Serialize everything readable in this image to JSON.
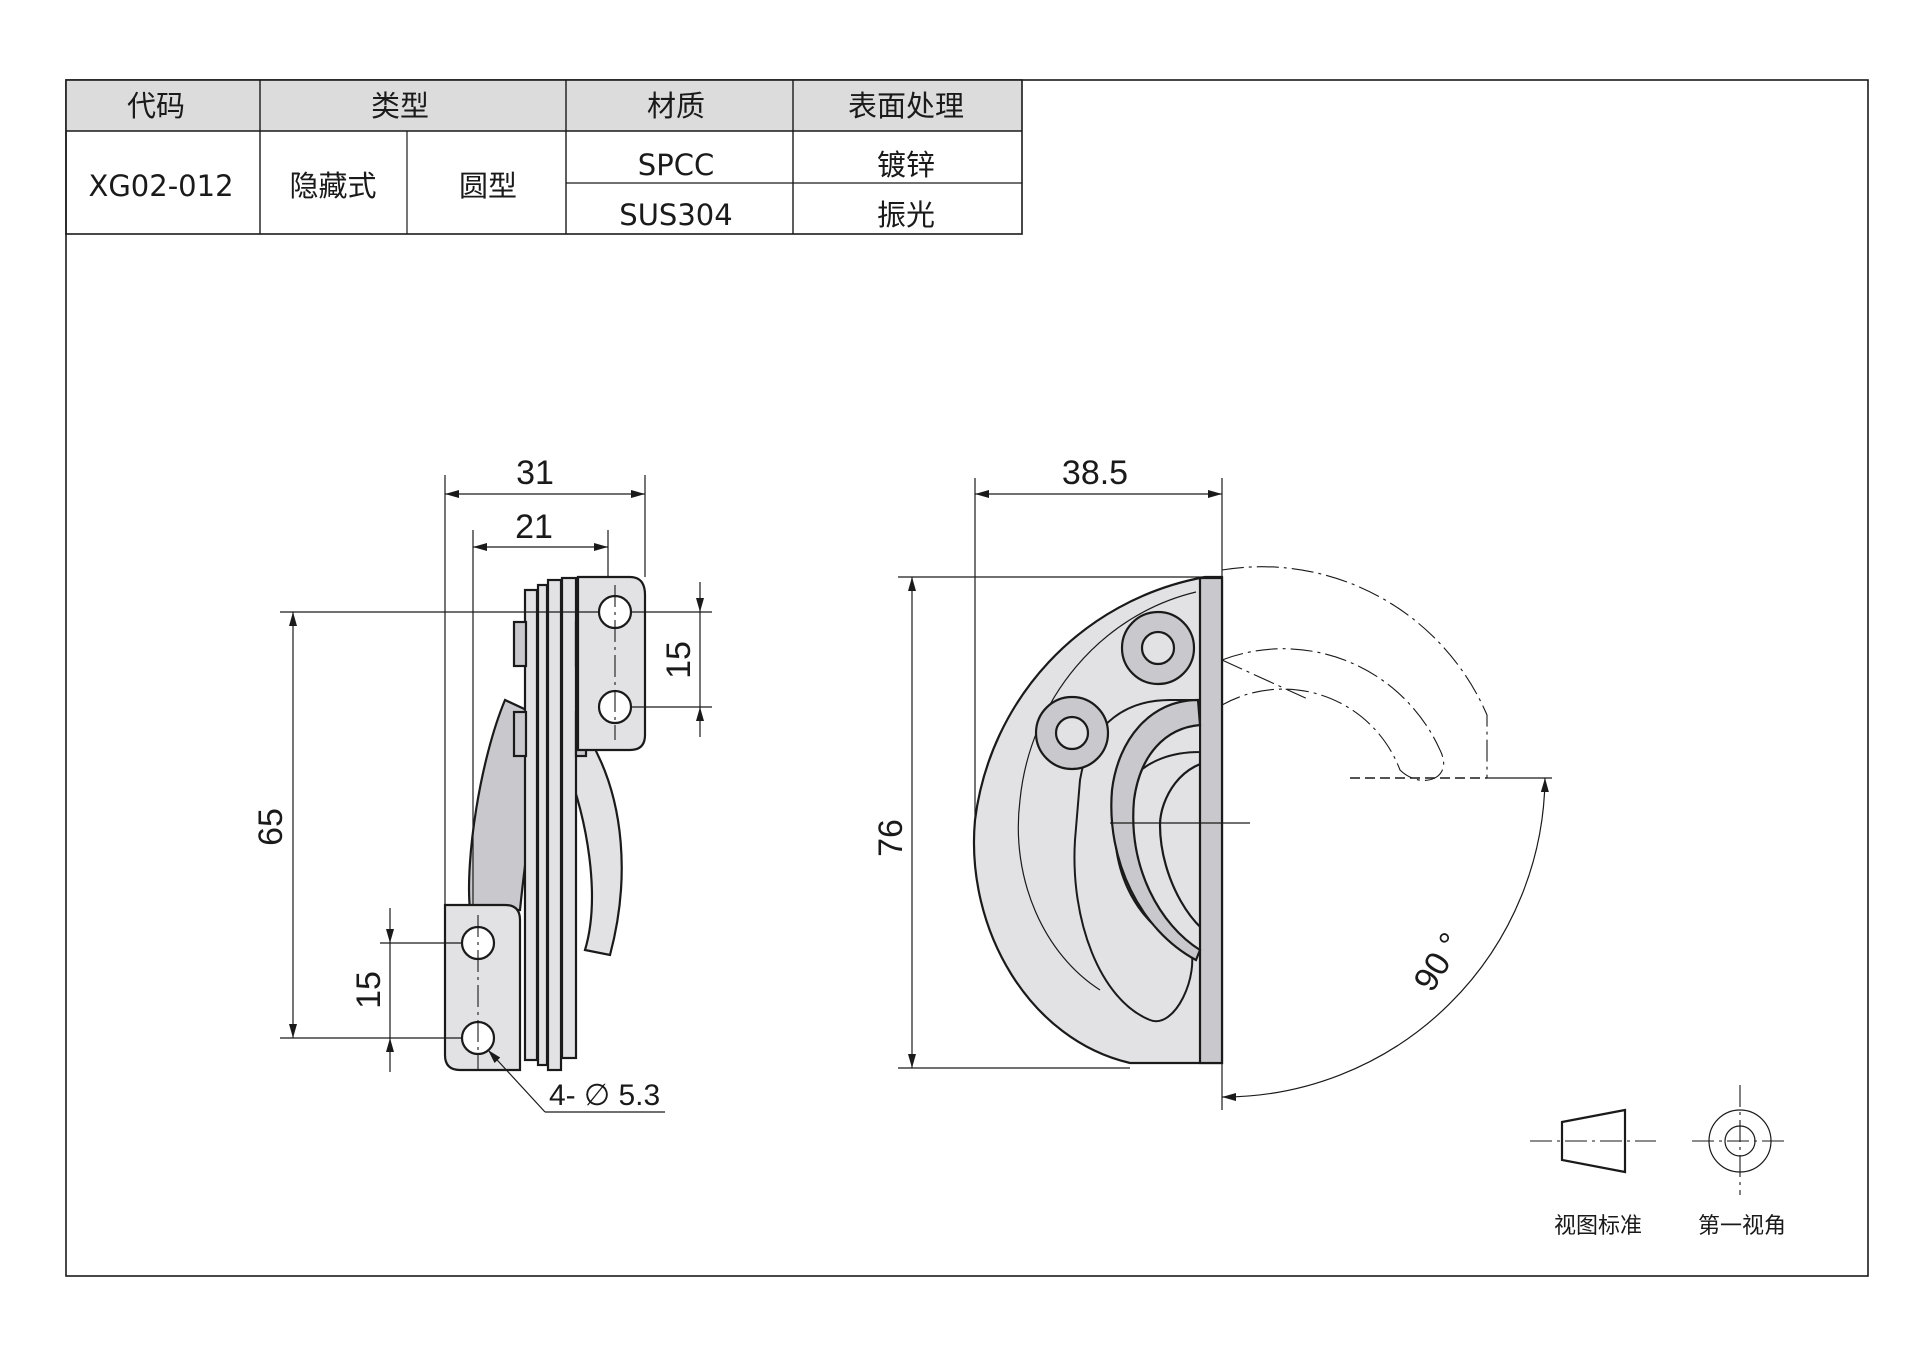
{
  "table": {
    "headers": {
      "code": "代码",
      "type": "类型",
      "material": "材质",
      "finish": "表面处理"
    },
    "code": "XG02-012",
    "type_style": "隐藏式",
    "type_shape": "圆型",
    "rows": [
      {
        "material": "SPCC",
        "finish": "镀锌"
      },
      {
        "material": "SUS304",
        "finish": "振光"
      }
    ]
  },
  "side_view": {
    "dim_width_total": "31",
    "dim_width_inner": "21",
    "dim_hole_spacing_top": "15",
    "dim_height": "65",
    "dim_hole_spacing_bottom": "15",
    "hole_callout": "4- ∅ 5.3"
  },
  "front_view": {
    "dim_width": "38.5",
    "dim_height": "76",
    "dim_angle": "90 °"
  },
  "projection": {
    "symbol_label": "视图标准",
    "angle_label": "第一视角"
  }
}
